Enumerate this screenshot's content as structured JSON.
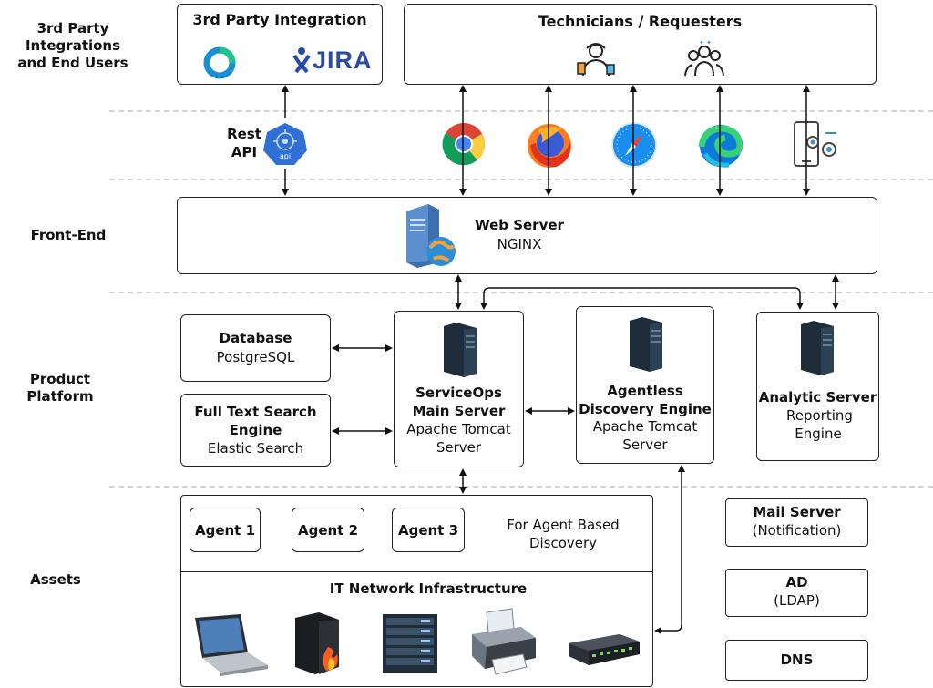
{
  "lanes": {
    "integrations": "3rd Party Integrations and End Users",
    "frontend": "Front-End",
    "platform": "Product Platform",
    "assets": "Assets"
  },
  "third_party": {
    "title": "3rd Party Integration",
    "jira_logo": "JIRA"
  },
  "technicians": {
    "title": "Technicians / Requesters"
  },
  "rest_api": {
    "label": "Rest API",
    "badge": "api"
  },
  "browsers": [
    "chrome-icon",
    "firefox-icon",
    "safari-icon",
    "edge-icon",
    "mobile-app-icon"
  ],
  "web_server": {
    "title": "Web Server",
    "subtitle": "NGINX"
  },
  "database": {
    "title": "Database",
    "subtitle": "PostgreSQL"
  },
  "fts": {
    "title": "Full Text Search Engine",
    "subtitle": "Elastic Search"
  },
  "main_server": {
    "title": "ServiceOps Main Server",
    "subtitle": "Apache Tomcat Server"
  },
  "agentless": {
    "title": "Agentless Discovery Engine",
    "subtitle": "Apache Tomcat Server"
  },
  "analytic": {
    "title": "Analytic Server",
    "subtitle": "Reporting Engine"
  },
  "agents": [
    "Agent 1",
    "Agent 2",
    "Agent 3"
  ],
  "agent_discovery": "For Agent Based Discovery",
  "it_network": {
    "title": "IT Network Infrastructure"
  },
  "mail": {
    "title": "Mail Server",
    "subtitle": "(Notification)"
  },
  "ad": {
    "title": "AD",
    "subtitle": "(LDAP)"
  },
  "dns": {
    "title": "DNS"
  },
  "colors": {
    "server_dark": "#1f2d3a",
    "api_blue": "#2f6fd6",
    "jira_blue": "#2a4ca8",
    "divider": "#d3d3d3"
  }
}
